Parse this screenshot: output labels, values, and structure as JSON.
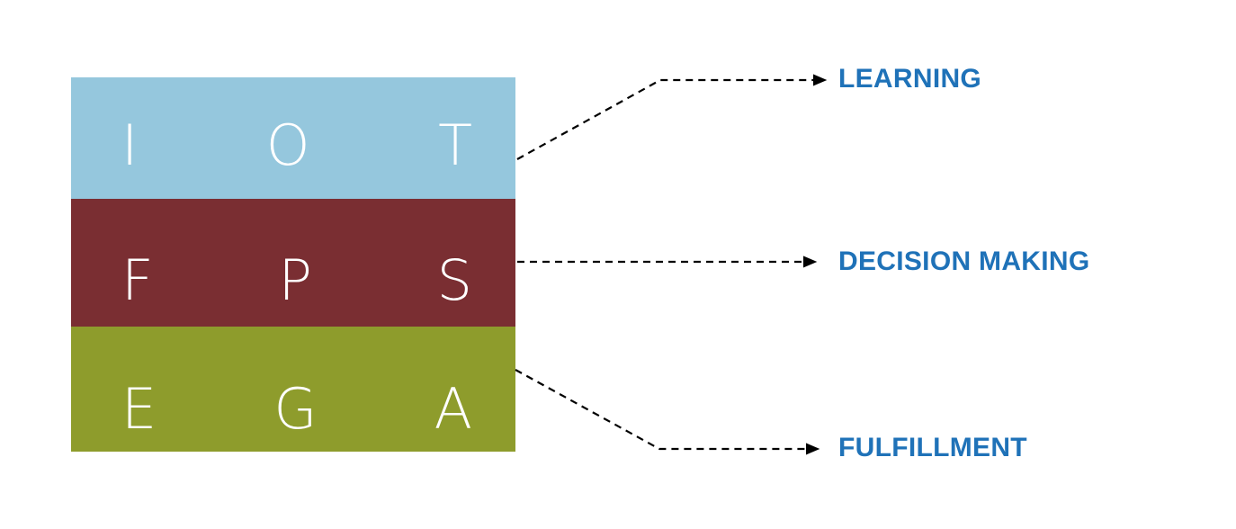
{
  "diagram": {
    "title_visible": false,
    "background_color": "#ffffff",
    "accent_label_color": "#1f72b8",
    "connector_color": "#000000",
    "connector_style": "dashed-with-arrowhead",
    "blocks": [
      {
        "id": "learning",
        "color": "#95c7dd",
        "letters": [
          "I",
          "O",
          "T"
        ],
        "letter_color": "#ffffff",
        "label": "LEARNING"
      },
      {
        "id": "decision-making",
        "color": "#7a2e32",
        "letters": [
          "F",
          "P",
          "S"
        ],
        "letter_color": "#ffffff",
        "label": "DECISION MAKING"
      },
      {
        "id": "fulfillment",
        "color": "#8e9c2c",
        "letters": [
          "E",
          "G",
          "A"
        ],
        "letter_color": "#ffffff",
        "label": "FULFILLMENT"
      }
    ]
  },
  "chart_data": {
    "type": "diagram",
    "subtype": "stacked-blocks-with-callouts",
    "title": "",
    "categories": [
      "LEARNING",
      "DECISION MAKING",
      "FULFILLMENT"
    ],
    "items": [
      {
        "label": "LEARNING",
        "letters": "IOT",
        "color": "#95c7dd"
      },
      {
        "label": "DECISION MAKING",
        "letters": "FPS",
        "color": "#7a2e32"
      },
      {
        "label": "FULFILLMENT",
        "letters": "EGA",
        "color": "#8e9c2c"
      }
    ]
  }
}
